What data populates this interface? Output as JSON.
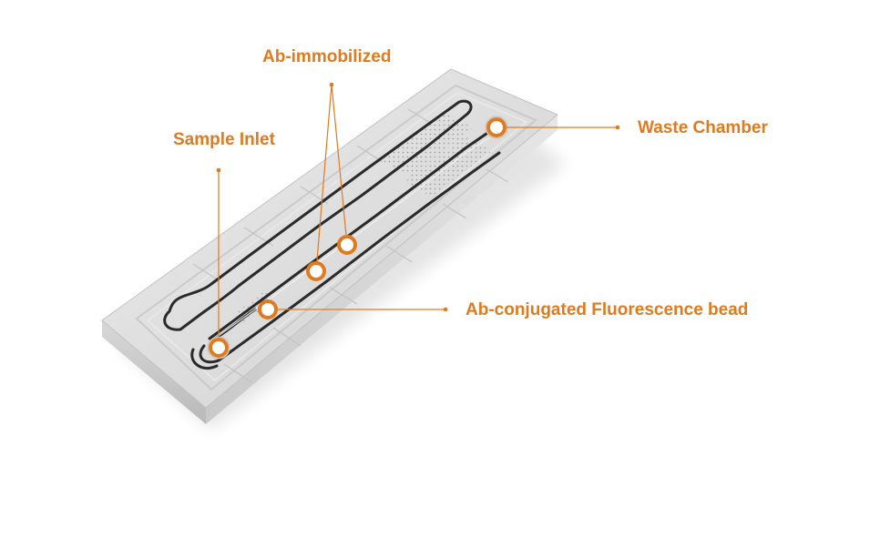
{
  "labels": {
    "ab_immobilized": "Ab-immobilized",
    "sample_inlet": "Sample Inlet",
    "waste_chamber": "Waste Chamber",
    "ab_conjugated_bead": "Ab-conjugated Fluorescence bead"
  },
  "colors": {
    "accent": "#e07a1f",
    "background": "#ffffff",
    "chip_body": "#dcdcdc",
    "channel_outline": "#2a2a2a"
  }
}
